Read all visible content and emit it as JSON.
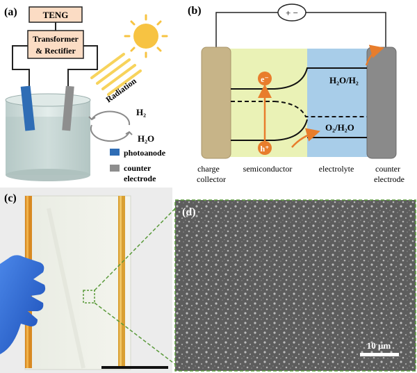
{
  "panel_a": {
    "tag": "(a)",
    "teng": "TENG",
    "transformer_line1": "Transformer",
    "transformer_line2": "& Rectifier",
    "radiation": "Radiation",
    "h2": "H₂",
    "h2o": "H₂O",
    "legend": [
      {
        "label": "photoanode",
        "color": "#2f6db5"
      },
      {
        "label": "counter",
        "color": "#8e8e8e"
      }
    ],
    "legend_extra": "electrode"
  },
  "panel_b": {
    "tag": "(b)",
    "electron": "e⁻",
    "hole": "h⁺",
    "level_top": "H₂O/H₂",
    "level_bottom": "O₂/H₂O",
    "regions": [
      {
        "line1": "charge",
        "line2": "collector",
        "color": "#c7b488"
      },
      {
        "line1": "semiconductor",
        "line2": "",
        "color": "#eaf2b6"
      },
      {
        "line1": "electrolyte",
        "line2": "",
        "color": "#a8cde9"
      },
      {
        "line1": "counter",
        "line2": "electrode",
        "color": "#8a8a8a"
      }
    ],
    "meter_symbol": "+ −"
  },
  "panel_c": {
    "tag": "(c)"
  },
  "panel_d": {
    "tag": "(d)",
    "scale_bar": "10 μm"
  },
  "colors": {
    "box_fill": "#fbdcc4",
    "arrow_orange": "#e87d2c",
    "connector_green": "#5a9a3a",
    "sun": "#f7c342"
  }
}
